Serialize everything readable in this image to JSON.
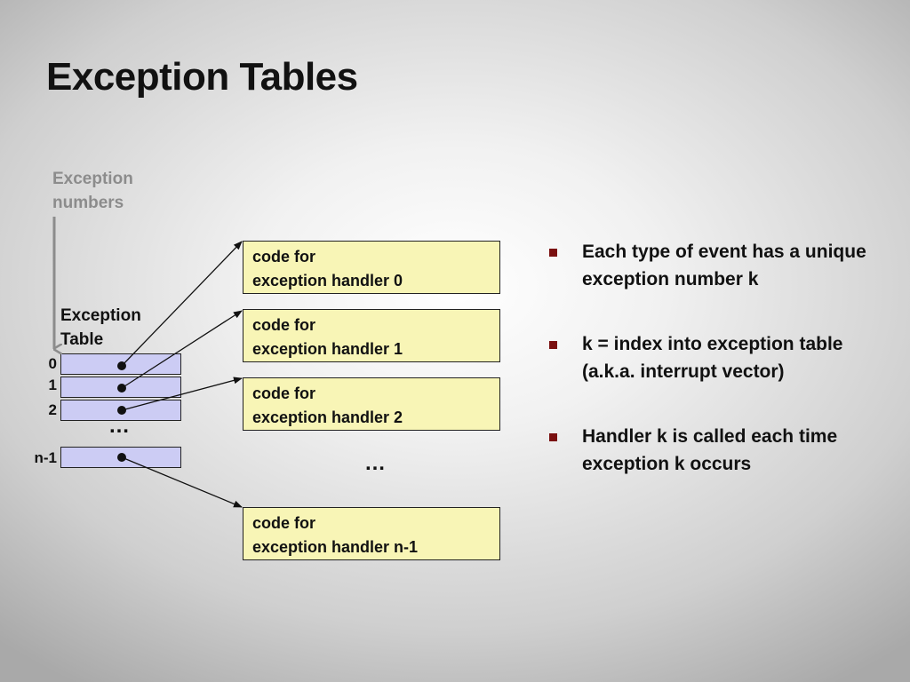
{
  "title": "Exception Tables",
  "exception_numbers_label": [
    "Exception",
    "numbers"
  ],
  "exception_table_label": [
    "Exception",
    "Table"
  ],
  "table_rows": [
    {
      "label": "0"
    },
    {
      "label": "1"
    },
    {
      "label": "2"
    },
    {
      "label": "n-1"
    }
  ],
  "table_ellipsis": "…",
  "handlers": [
    {
      "line1": "code for",
      "line2": "exception handler 0"
    },
    {
      "line1": "code for",
      "line2": "exception handler 1"
    },
    {
      "line1": "code for",
      "line2": "exception handler 2"
    },
    {
      "line1": "code for",
      "line2": "exception handler n-1"
    }
  ],
  "handlers_ellipsis": "…",
  "bullets": [
    "Each type of event has a unique exception number k",
    "k = index into exception table (a.k.a. interrupt vector)",
    "Handler k is called each time exception k occurs"
  ],
  "colors": {
    "table_fill": "#ccccf4",
    "handler_fill": "#f8f5b6",
    "bullet": "#7a1010",
    "muted_label": "#8c8c8c"
  }
}
